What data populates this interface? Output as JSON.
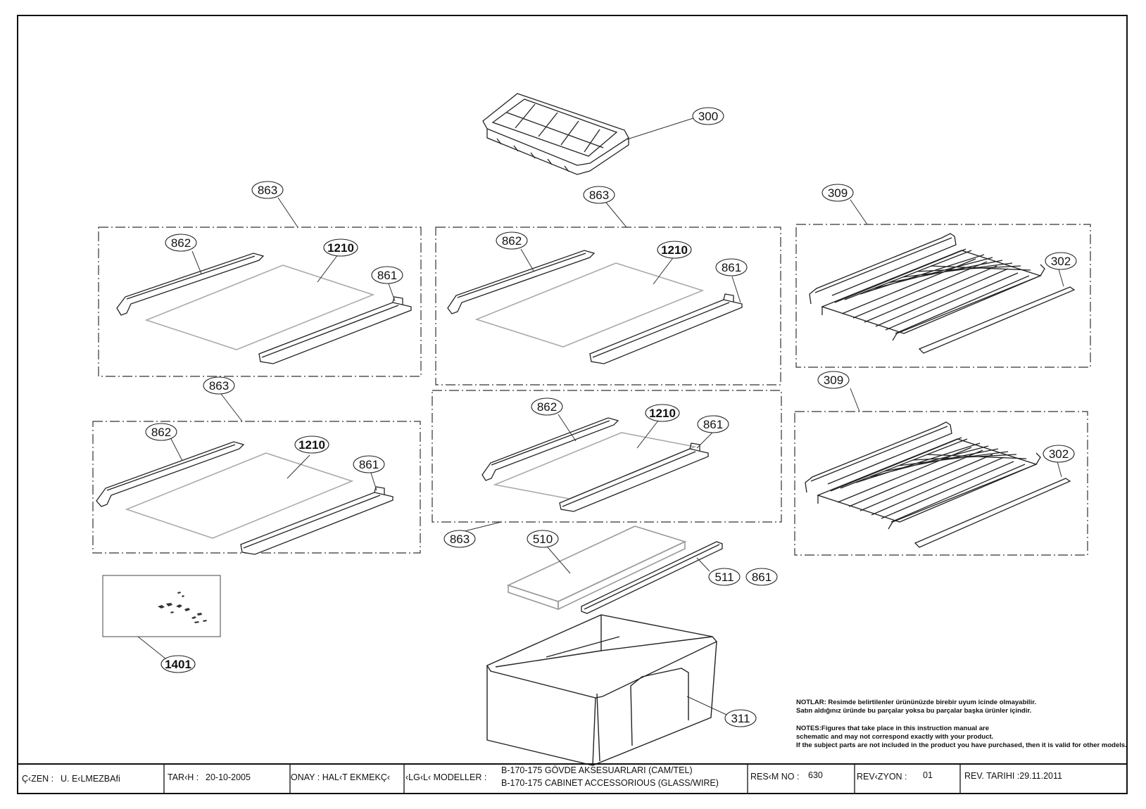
{
  "callouts": [
    {
      "label": "300",
      "bold": false
    },
    {
      "label": "863",
      "bold": false
    },
    {
      "label": "862",
      "bold": false
    },
    {
      "label": "1210",
      "bold": true
    },
    {
      "label": "861",
      "bold": false
    },
    {
      "label": "863",
      "bold": false
    },
    {
      "label": "862",
      "bold": false
    },
    {
      "label": "1210",
      "bold": true
    },
    {
      "label": "861",
      "bold": false
    },
    {
      "label": "309",
      "bold": false
    },
    {
      "label": "302",
      "bold": false
    },
    {
      "label": "863",
      "bold": false
    },
    {
      "label": "862",
      "bold": false
    },
    {
      "label": "1210",
      "bold": true
    },
    {
      "label": "861",
      "bold": false
    },
    {
      "label": "862",
      "bold": false
    },
    {
      "label": "1210",
      "bold": true
    },
    {
      "label": "861",
      "bold": false
    },
    {
      "label": "309",
      "bold": false
    },
    {
      "label": "302",
      "bold": false
    },
    {
      "label": "863",
      "bold": false
    },
    {
      "label": "510",
      "bold": false
    },
    {
      "label": "511",
      "bold": false
    },
    {
      "label": "861",
      "bold": false
    },
    {
      "label": "1401",
      "bold": true
    },
    {
      "label": "311",
      "bold": false
    }
  ],
  "notes": {
    "tr_line1": "NOTLAR: Resimde belirtilenler ürününüzde birebir  uyum icinde olmayabilir.",
    "tr_line2": "Satın aldığınız üründe bu parçalar yoksa bu parçalar başka ürünler içindir.",
    "en_line1": "NOTES:Figures that take place in this instruction manual are",
    "en_line2": "schematic  and may not correspond exactly with your product.",
    "en_line3": "If the subject parts are not included in the product you have purchased, then it is valid for other models."
  },
  "title_block": {
    "drawn_label": "Ç‹ZEN :",
    "drawn_value": "U. E‹LMEZBAfi",
    "date_label": "TAR‹H :",
    "date_value": "20-10-2005",
    "approve": "ONAY : HAL‹T EKMEKÇ‹",
    "models_label": "‹LG‹L‹ MODELLER :",
    "title_tr": "B-170-175 GÖVDE AKSESUARLARI (CAM/TEL)",
    "title_en": "B-170-175 CABINET ACCESSORIOUS (GLASS/WIRE)",
    "drawing_no_label": "RES‹M NO :",
    "drawing_no_value": "630",
    "revision_label": "REV‹ZYON :",
    "revision_value": "01",
    "rev_date": "REV. TARIHI :29.11.2011"
  }
}
